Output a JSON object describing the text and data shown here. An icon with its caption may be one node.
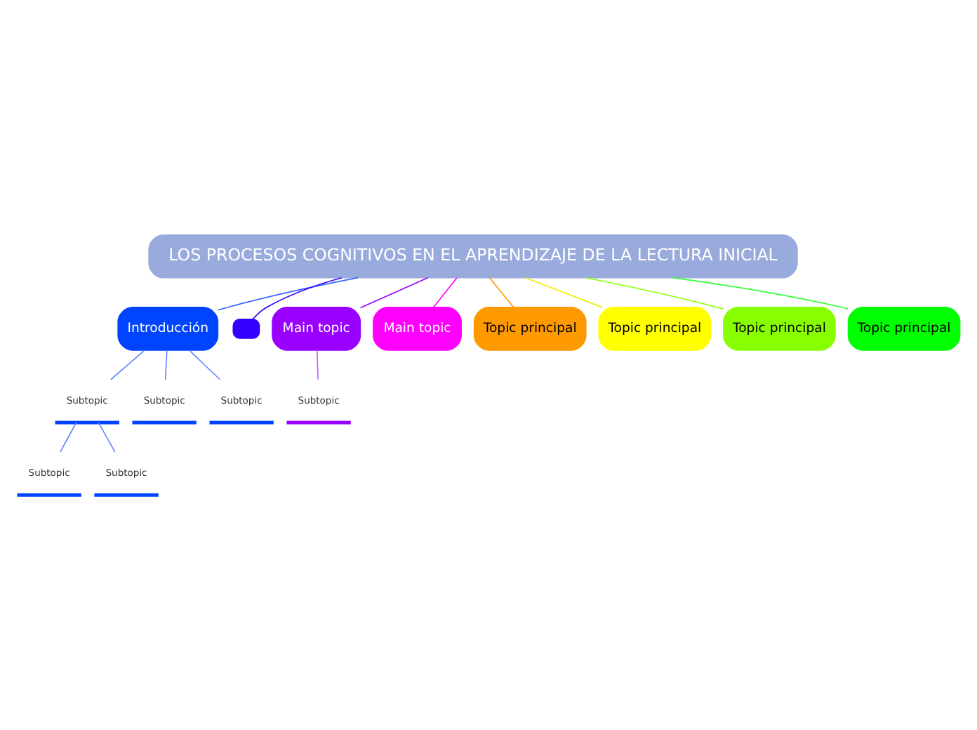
{
  "diagram": {
    "nodes": [
      {
        "text": [
          "LOS PROCESOS COGNITIVOS EN EL APRENDIZAJE DE LA LECTURA INICIAL"
        ]
      },
      {
        "text": [
          "Introducción"
        ]
      },
      {
        "text": [],
        "shape": "box"
      },
      {
        "text": [
          "Main topic"
        ]
      },
      {
        "text": [
          "Main topic"
        ]
      },
      {
        "text": [
          "Topic principal"
        ]
      },
      {
        "text": [
          "Topic principal"
        ]
      },
      {
        "text": [
          "Topic principal"
        ]
      },
      {
        "text": [
          "Topic principal"
        ]
      },
      {
        "text": [
          "Subtopic"
        ]
      },
      {
        "text": [
          "Subtopic"
        ]
      },
      {
        "text": [
          "Subtopic"
        ]
      },
      {
        "text": [
          "Subtopic"
        ]
      },
      {
        "text": [
          "Subtopic"
        ]
      },
      {
        "text": [
          "Subtopic"
        ]
      }
    ],
    "edges": [
      {
        "from": 0,
        "to": 1,
        "arrow": "none",
        "color": "#3366ff"
      },
      {
        "from": 0,
        "to": 2,
        "arrow": "none",
        "color": "#3300ff"
      },
      {
        "from": 0,
        "to": 3,
        "arrow": "none",
        "color": "#9900ff"
      },
      {
        "from": 0,
        "to": 4,
        "arrow": "none",
        "color": "#ff00ff"
      },
      {
        "from": 0,
        "to": 5,
        "arrow": "none",
        "color": "#ff9900"
      },
      {
        "from": 0,
        "to": 6,
        "arrow": "none",
        "color": "#eeee00"
      },
      {
        "from": 0,
        "to": 7,
        "arrow": "none",
        "color": "#88ff00"
      },
      {
        "from": 0,
        "to": 8,
        "arrow": "none",
        "color": "#33ff33"
      },
      {
        "from": 1,
        "to": 9,
        "arrow": "none",
        "color": "#6688ff"
      },
      {
        "from": 9,
        "to": 10,
        "arrow": "none",
        "color": "#6688ff"
      },
      {
        "from": 9,
        "to": 11,
        "arrow": "none",
        "color": "#6688ff"
      },
      {
        "from": 1,
        "to": 12,
        "arrow": "none",
        "color": "#6688ff"
      },
      {
        "from": 1,
        "to": 13,
        "arrow": "none",
        "color": "#6688ff"
      },
      {
        "from": 3,
        "to": 14,
        "arrow": "none",
        "color": "#bb66ff"
      }
    ]
  }
}
